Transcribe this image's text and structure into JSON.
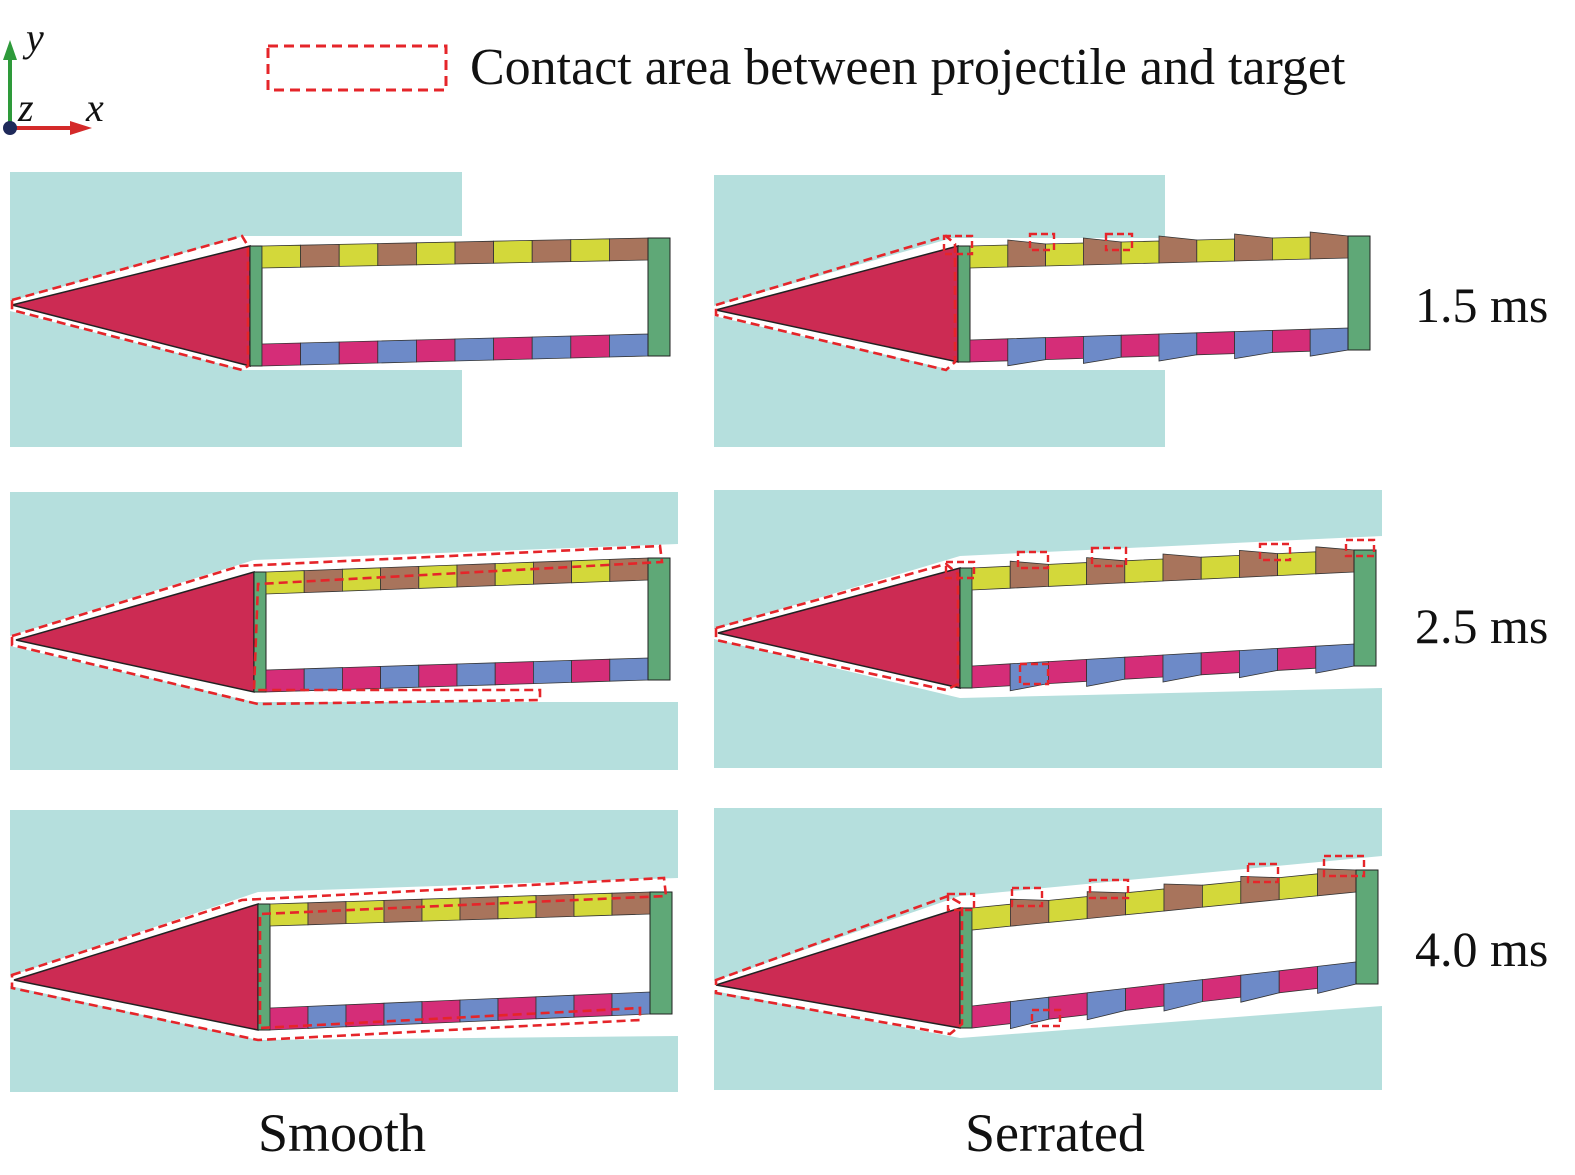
{
  "legend": {
    "label": "Contact area between projectile and target",
    "color": "#e5252a"
  },
  "axes": {
    "y": "y",
    "z": "z",
    "x": "x"
  },
  "columns": [
    "Smooth",
    "Serrated"
  ],
  "times": [
    "1.5 ms",
    "2.5 ms",
    "4.0 ms"
  ],
  "colors": {
    "target": "#b5dfdd",
    "nose": "#cc2b53",
    "wall_green": "#5fa877",
    "upper_a": "#d3d83a",
    "upper_b": "#a8745c",
    "lower_a": "#d52d78",
    "lower_b": "#6d8ac8",
    "contact": "#e5252a"
  }
}
